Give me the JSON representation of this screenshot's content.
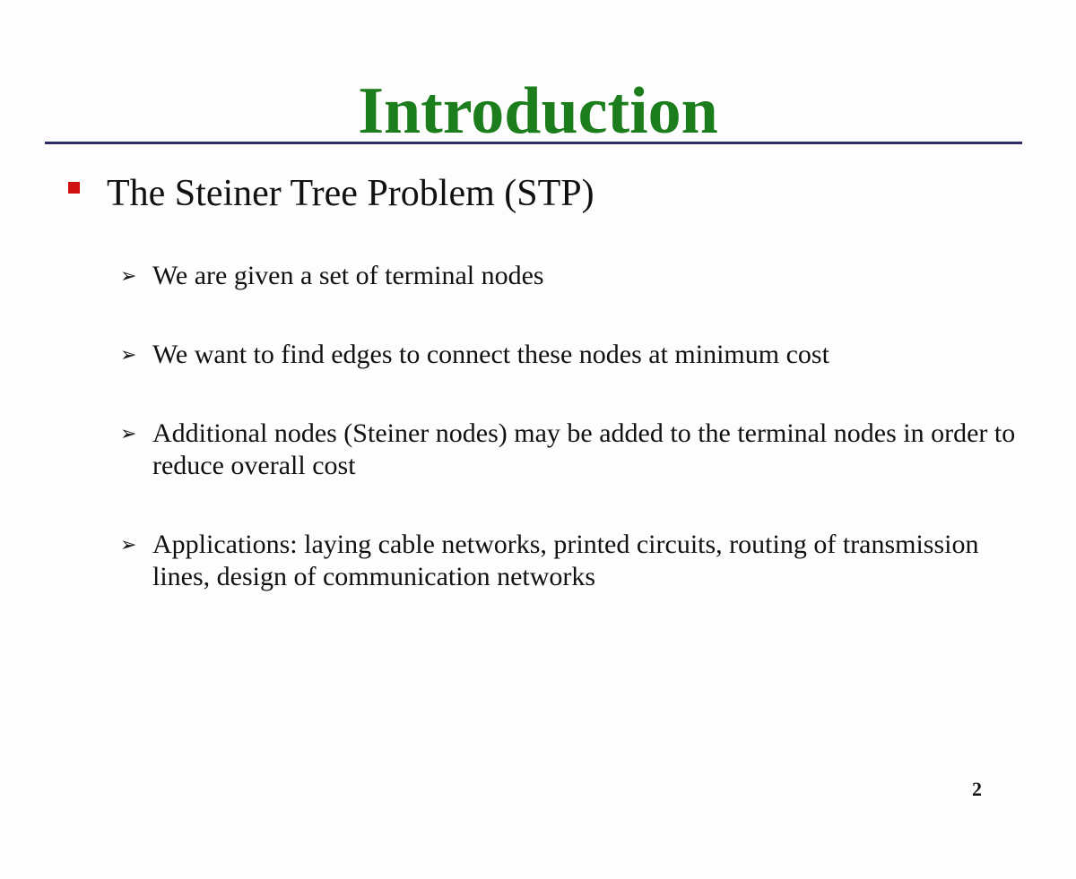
{
  "slide": {
    "title": "Introduction",
    "main_bullet": "The Steiner Tree Problem (STP)",
    "sub_bullets": [
      "We are given a set of terminal nodes",
      "We want to find edges to connect these nodes at minimum cost",
      "Additional nodes (Steiner nodes) may be added to the terminal nodes in order to reduce overall cost",
      "Applications: laying cable networks, printed circuits, routing of transmission lines, design of communication networks"
    ],
    "arrow_glyph": "➢",
    "page_number": "2"
  },
  "colors": {
    "title": "#1b7d1b",
    "rule": "#2b2b66",
    "bullet": "#d01010"
  }
}
